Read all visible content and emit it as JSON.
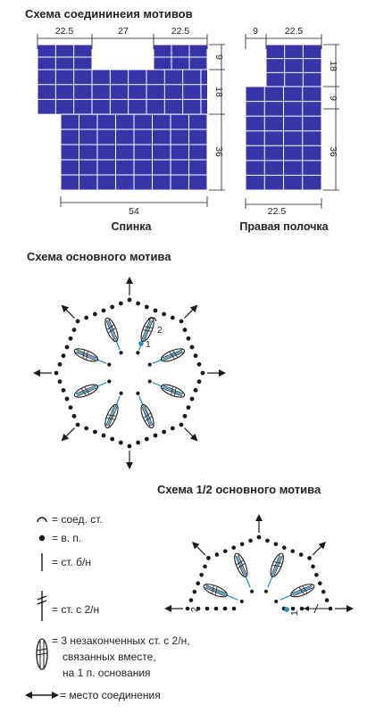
{
  "scheme_title": "Схема соедининеия мотивов",
  "back": {
    "caption": "Спинка",
    "top_dims": [
      "22.5",
      "27",
      "22.5"
    ],
    "bottom_dim": "54",
    "side_dims": [
      "9",
      "18",
      "36"
    ]
  },
  "front": {
    "caption": "Правая полочка",
    "top_dims": [
      "9",
      "22.5"
    ],
    "bottom_dim": "22.5",
    "side_dims": [
      "18",
      "9",
      "36"
    ]
  },
  "motif_title": "Схема основного мотива",
  "half_motif_title": "Схема 1/2 основного мотива",
  "labels": {
    "one": "1",
    "two": "2"
  },
  "legend": [
    {
      "symbol": "slip-stitch",
      "text": "= соед. ст."
    },
    {
      "symbol": "chain",
      "text": "= в. п."
    },
    {
      "symbol": "single-crochet",
      "text": "= ст. б/н"
    },
    {
      "symbol": "double-treble",
      "text": "= ст. с 2/н"
    },
    {
      "symbol": "cluster",
      "lines": [
        "= 3 незаконченных ст. с 2/н,",
        "связанных вместе,",
        "на 1 п. основания"
      ]
    },
    {
      "symbol": "join-arrow",
      "text": "= место соединения"
    }
  ],
  "colors": {
    "fill": "#3535a8",
    "grid": "#ffffff",
    "stitch": "#1f8fcf",
    "ink": "#1a1a1a"
  }
}
